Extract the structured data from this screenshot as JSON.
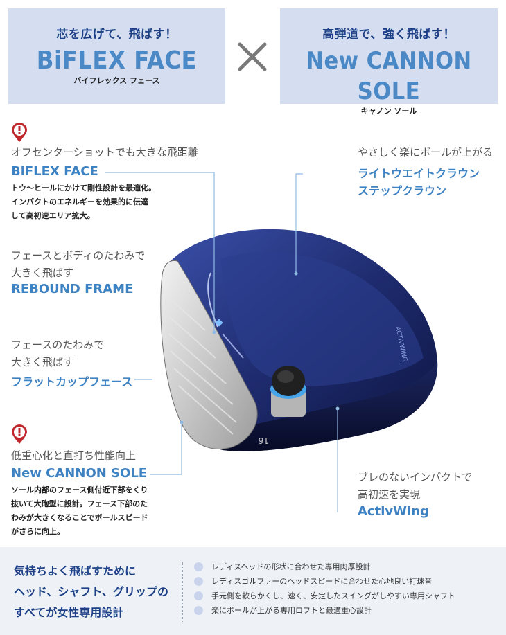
{
  "top_left": {
    "tagline": "芯を広げて、飛ばす！",
    "name": "BiFLEX FACE",
    "kana": "バイフレックス フェース"
  },
  "top_right": {
    "tagline": "高弾道で、強く飛ばす！",
    "name": "New CANNON SOLE",
    "kana": "キャノン ソール"
  },
  "features": {
    "biflex": {
      "label": "オフセンターショットでも大きな飛距離",
      "title": "BiFLEX FACE",
      "desc": [
        "トウ〜ヒールにかけて剛性設計を最適化。",
        "インパクトのエネルギーを効果的に伝達",
        "して高初速エリア拡大。"
      ]
    },
    "crown": {
      "label": "やさしく楽にボールが上がる",
      "title_1": "ライトウエイトクラウン",
      "title_2": "ステップクラウン"
    },
    "rebound": {
      "label_1": "フェースとボディのたわみで",
      "label_2": "大きく飛ばす",
      "title": "REBOUND FRAME"
    },
    "flatcup": {
      "label_1": "フェースのたわみで",
      "label_2": "大きく飛ばす",
      "title": "フラットカップフェース"
    },
    "cannon": {
      "label": "低重心化と直打ち性能向上",
      "title": "New CANNON SOLE",
      "desc": [
        "ソール内部のフェース側付近下部をくり",
        "抜いて大砲型に設計。フェース下部のた",
        "わみが大きくなることでボールスピード",
        "がさらに向上。"
      ]
    },
    "activwing": {
      "label_1": "ブレのないインパクトで",
      "label_2": "高初速を実現",
      "title": "ActivWing"
    }
  },
  "club": {
    "loft_marking": "16",
    "crown_text": "ACTIVWING"
  },
  "bottom": {
    "lead": [
      "気持ちよく飛ばすために",
      "ヘッド、シャフト、グリップの",
      "すべてが女性専用設計"
    ],
    "points": [
      "レディスヘッドの形状に合わせた専用肉厚設計",
      "レディスゴルファーのヘッドスピードに合わせた心地良い打球音",
      "手元側を軟らかくし、速く、安定したスイングがしやすい専用シャフト",
      "楽にボールが上がる専用ロフトと最適重心設計"
    ]
  },
  "colors": {
    "navy": "#1c3f86",
    "accent_blue": "#3d82c3",
    "box_bg": "#d4def0",
    "alert_red": "#c0282d",
    "head_navy": "#1a2456"
  }
}
